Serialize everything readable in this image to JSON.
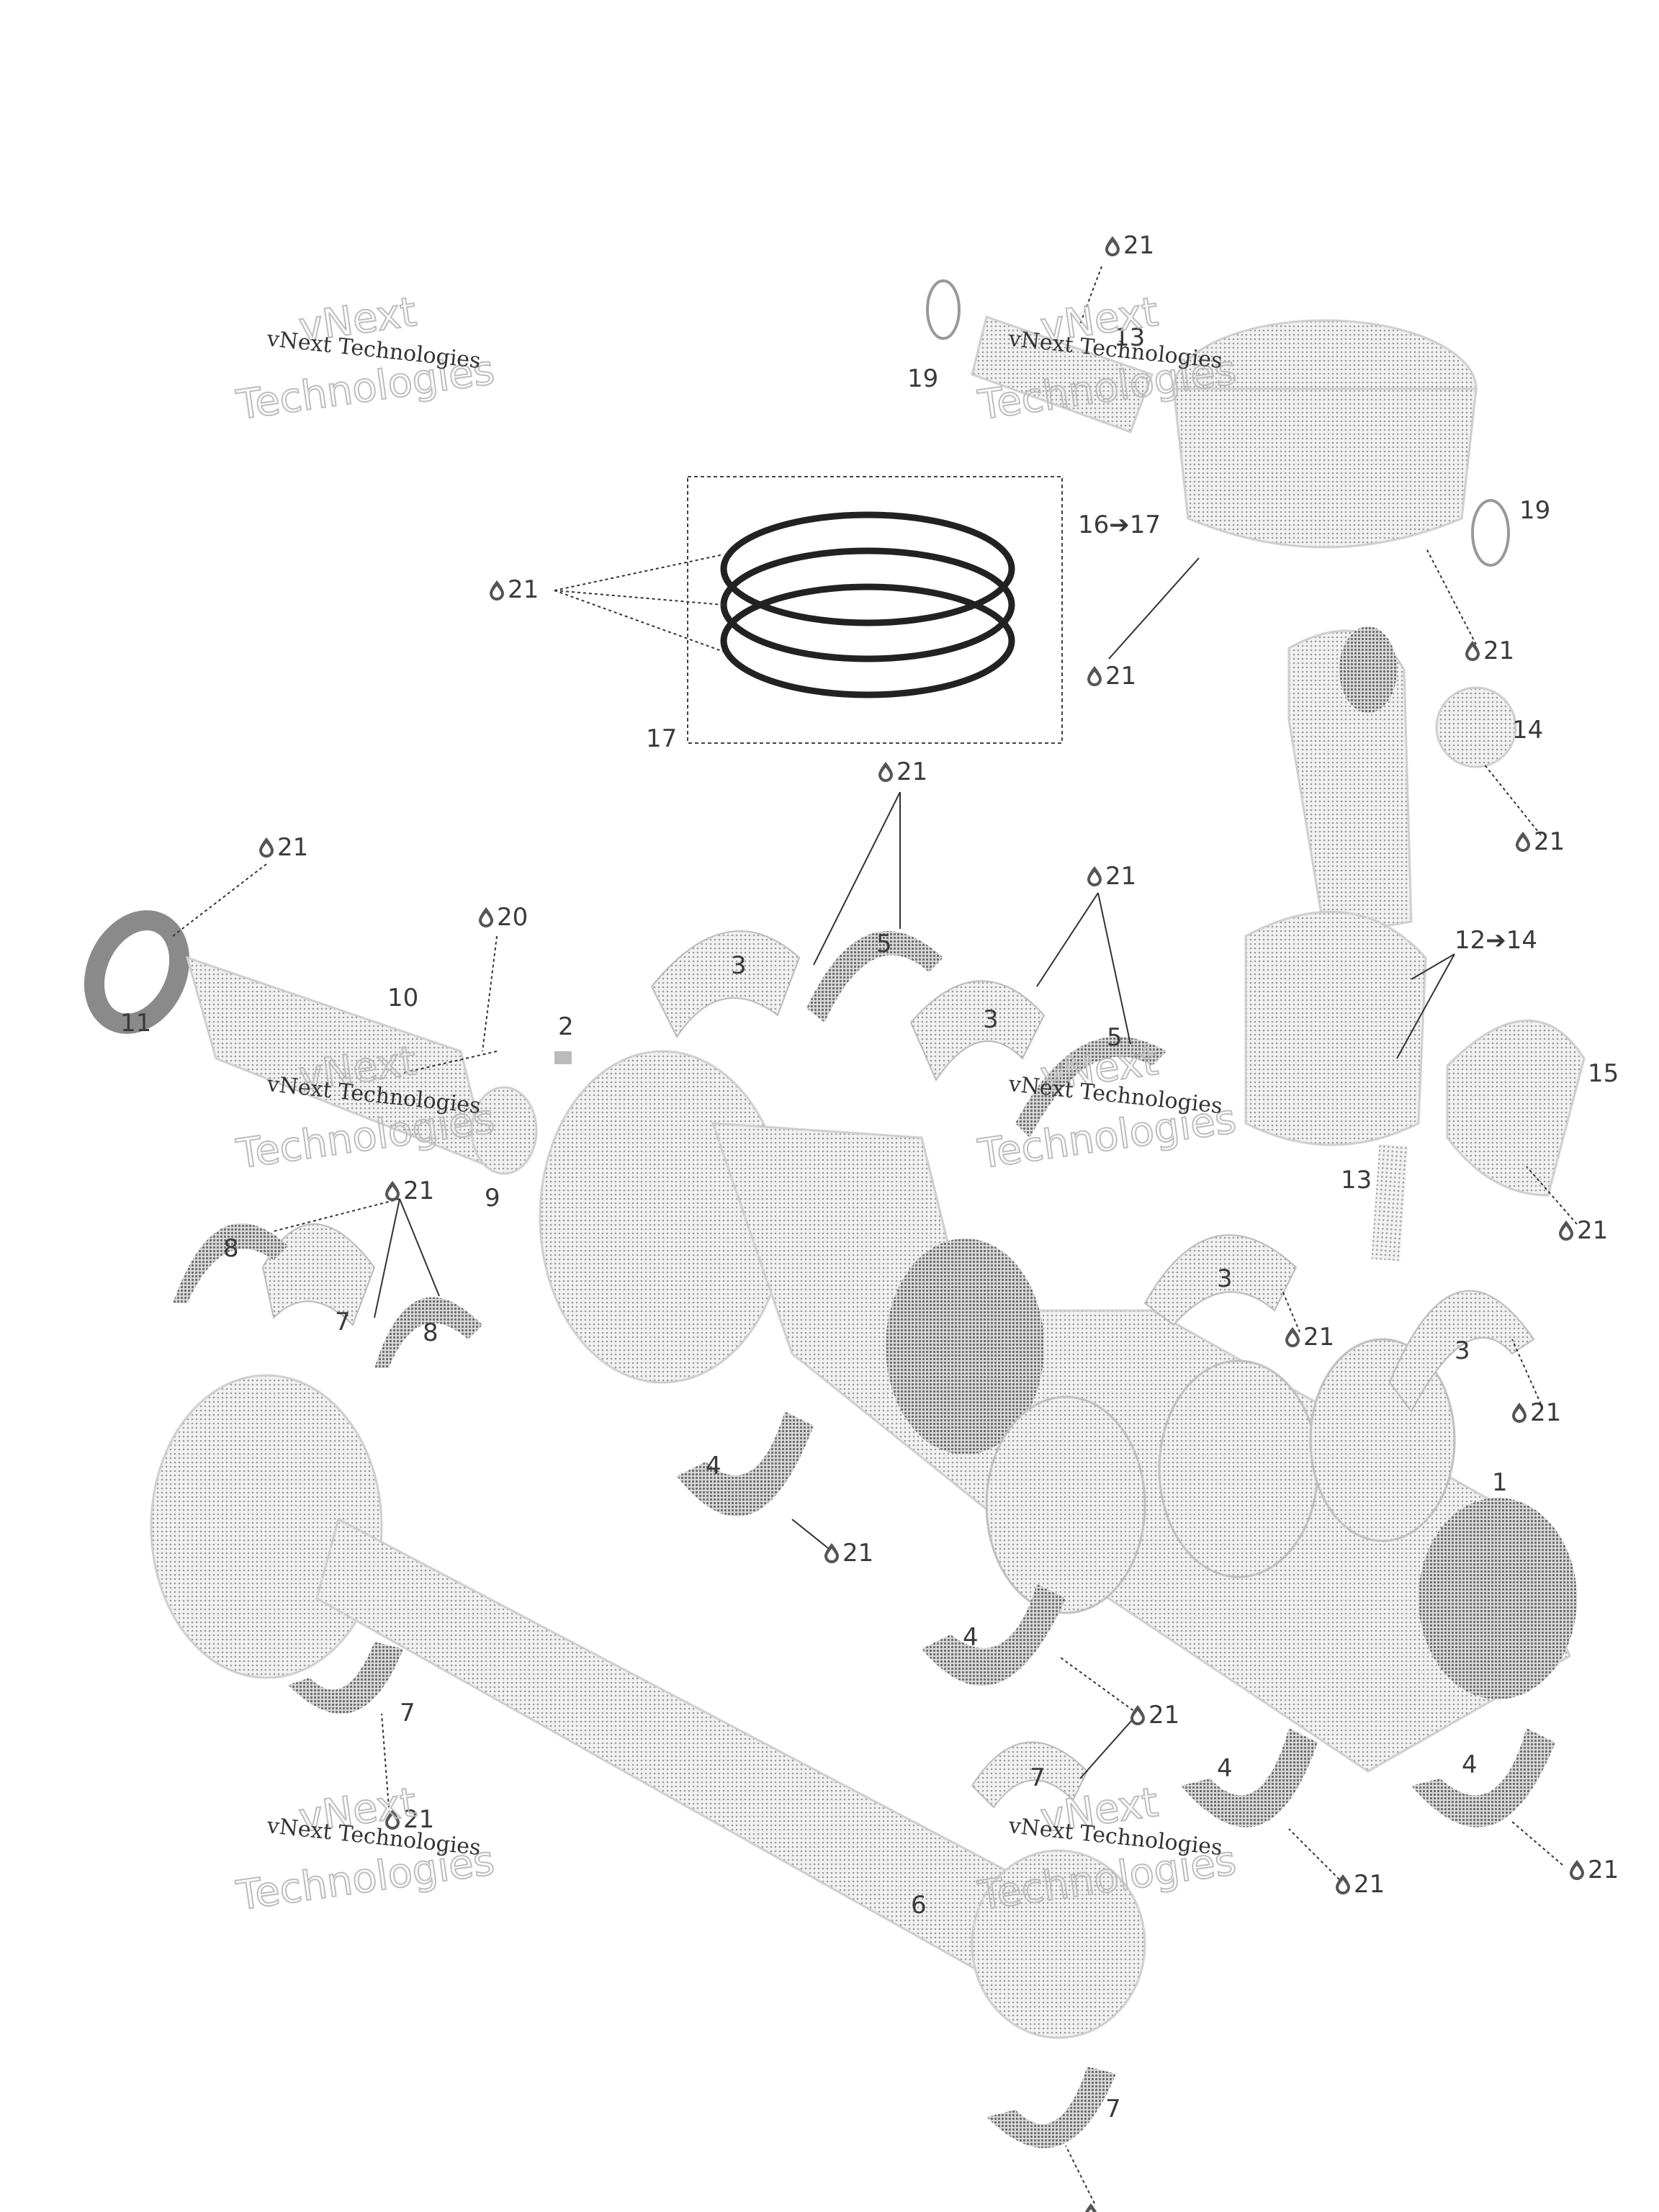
{
  "callouts": {
    "c1": "1",
    "c2": "2",
    "c3a": "3",
    "c3b": "3",
    "c3c": "3",
    "c3d": "3",
    "c4a": "4",
    "c4b": "4",
    "c4c": "4",
    "c4d": "4",
    "c5a": "5",
    "c5b": "5",
    "c6": "6",
    "c7a": "7",
    "c7b": "7",
    "c7c": "7",
    "c7d": "7",
    "c8a": "8",
    "c8b": "8",
    "c9": "9",
    "c10": "10",
    "c11": "11",
    "c12_14": "12➔14",
    "c13a": "13",
    "c13b": "13",
    "c14": "14",
    "c15": "15",
    "c16_17": "16➔17",
    "c17": "17",
    "c19a": "19",
    "c19b": "19"
  },
  "lubricant_labels": {
    "l20": "20",
    "l21": "21"
  },
  "watermark": {
    "line1": "vNext Technologies",
    "big1": "vNext",
    "big2": "Technologies"
  },
  "icons": [
    "oil-drop-icon"
  ]
}
